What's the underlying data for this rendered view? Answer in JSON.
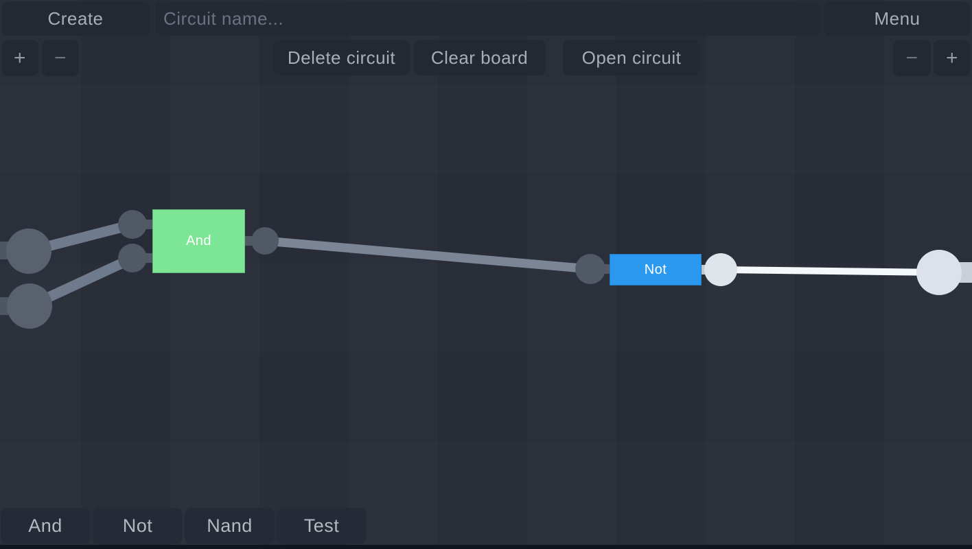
{
  "header": {
    "create_button": "Create",
    "circuit_name_placeholder": "Circuit name...",
    "menu_button": "Menu"
  },
  "toolbar": {
    "delete_circuit": "Delete circuit",
    "clear_board": "Clear board",
    "open_circuit": "Open circuit",
    "zoom_in": "+",
    "zoom_out": "−"
  },
  "palette": [
    "And",
    "Not",
    "Nand",
    "Test"
  ],
  "board": {
    "gates": [
      {
        "label": "And",
        "color": "#7de596"
      },
      {
        "label": "Not",
        "color": "#2b99f0"
      }
    ],
    "colors": {
      "background": "#272c36",
      "panel": "#232833",
      "wire_inactive": "#7b8596",
      "wire_active": "#f5f7fa",
      "wire_mid": "#6f7a8c",
      "lead_dark": "#4e5664",
      "lead_light": "#c9ced8",
      "node_dark": "#59616f",
      "node_pin": "#515866",
      "node_light": "#dfe3ea"
    }
  }
}
